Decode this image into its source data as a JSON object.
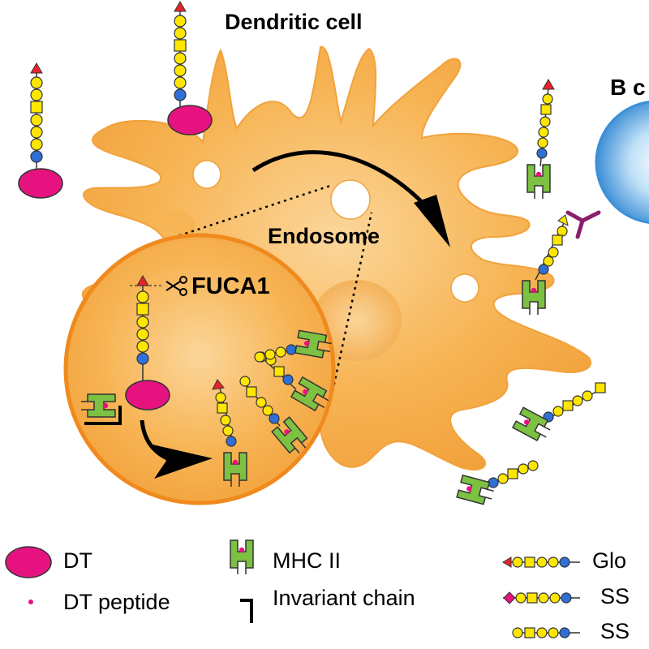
{
  "labels": {
    "dendritic_cell": "Dendritic cell",
    "b_cell": "B c",
    "endosome": "Endosome",
    "fuca1": "FUCA1"
  },
  "legend": {
    "dt": "DT",
    "dt_peptide": "DT peptide",
    "mhc2": "MHC II",
    "invariant_chain": "Invariant chain",
    "glycan_1": "Glo",
    "glycan_2": "SS",
    "glycan_3": "SS"
  },
  "colors": {
    "cell": "#f7b454",
    "cell_edge": "#f2a23c",
    "circle_ring": "#f08a1e",
    "dt": "#e6127f",
    "mhc": "#7cc142",
    "fucose": "#e8232a",
    "galactose": "#ffe600",
    "glcnac": "#ffe600",
    "glucose": "#2f6fd6",
    "sialic": "#e6127f",
    "bcell": "#3d8fd6"
  },
  "icons": [
    "scissors-icon",
    "mhc-ii-icon",
    "dt-protein-icon",
    "glycan-chain-icon",
    "antibody-icon"
  ]
}
